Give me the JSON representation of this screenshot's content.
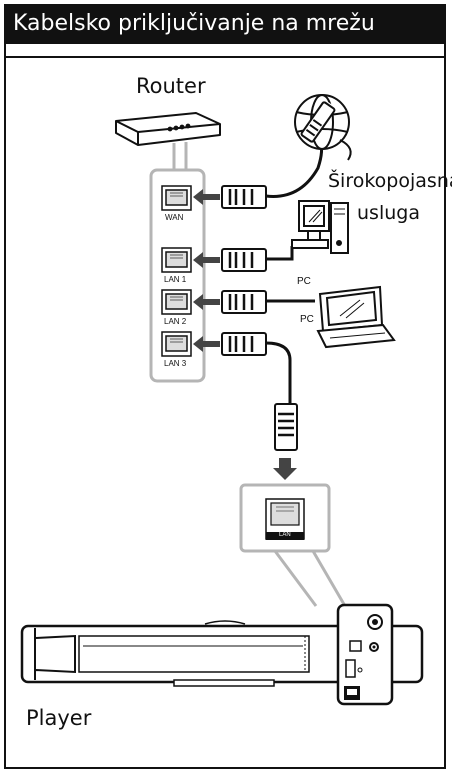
{
  "header": {
    "title": "Kabelsko priključivanje na mrežu"
  },
  "labels": {
    "router": "Router",
    "broadband_line1": "Širokopojasna",
    "broadband_line2": "usluga",
    "pc_1": "PC",
    "pc_2": "PC",
    "player": "Player"
  },
  "router_ports": [
    "WAN",
    "LAN 1",
    "LAN 2",
    "LAN 3"
  ],
  "player_port": "LAN",
  "colors": {
    "header_bg": "#111111",
    "outline_gray": "#b5b5b5",
    "ink": "#111111"
  }
}
